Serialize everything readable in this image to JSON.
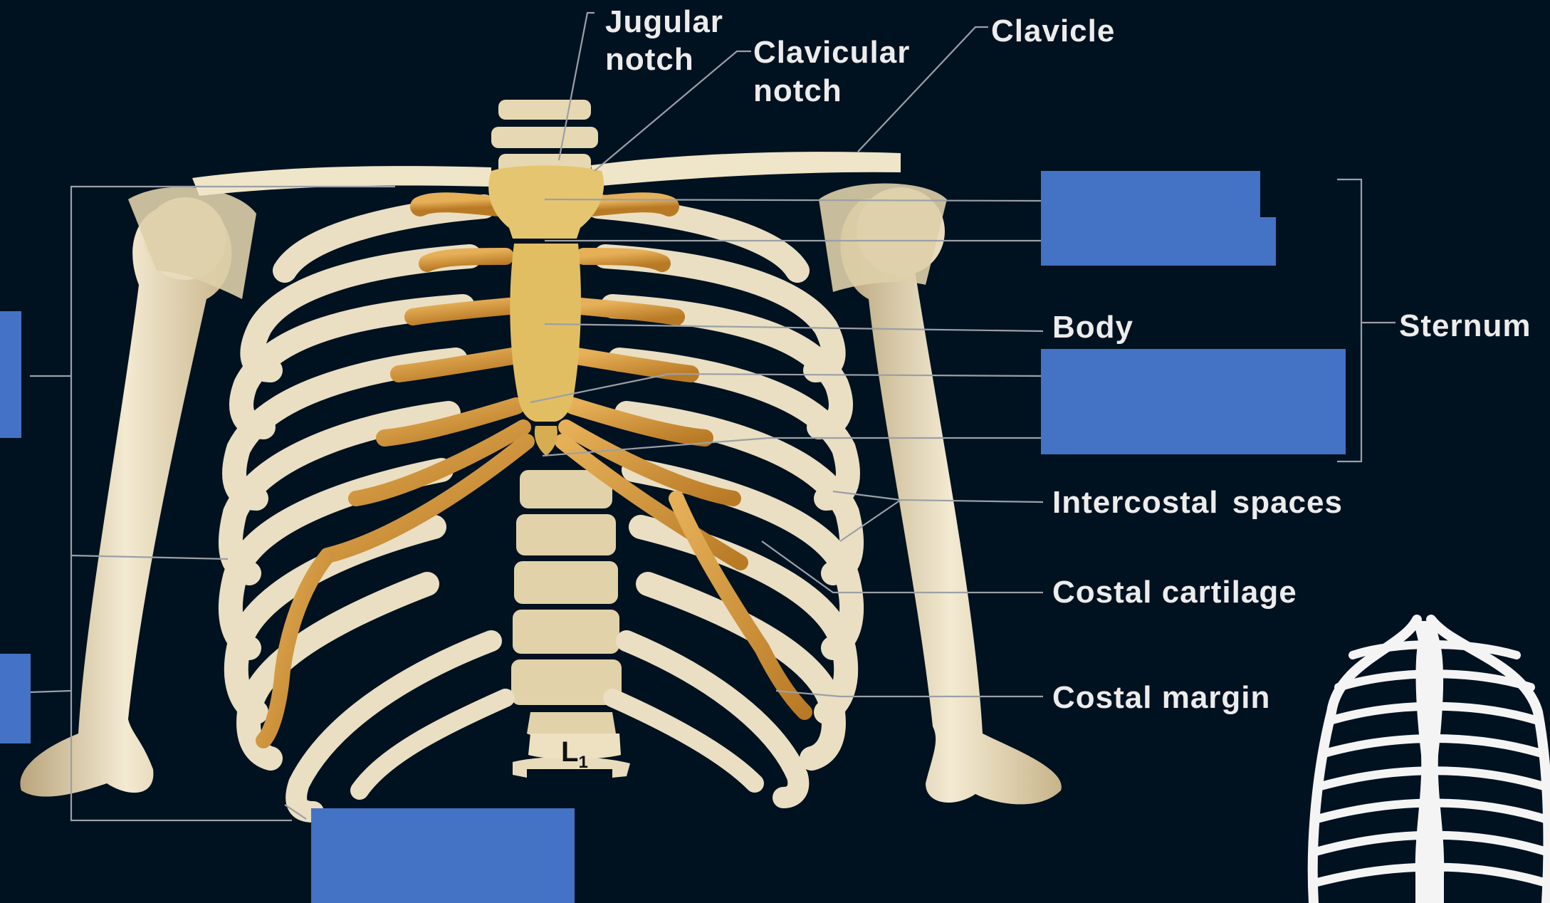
{
  "labels": {
    "jugular_1": "Jugular",
    "jugular_2": "notch",
    "clavicular_1": "Clavicular",
    "clavicular_2": "notch",
    "clavicle": "Clavicle",
    "body": "Body",
    "sternum": "Sternum",
    "intercostal": "Intercostal  spaces",
    "costal_cartilage": "Costal cartilage",
    "costal_margin": "Costal margin",
    "vertebra": "L",
    "vertebra_sub": "1"
  },
  "colors": {
    "background": "#001120",
    "bone": "#ede0c0",
    "cartilage": "#d49a3a",
    "sternum": "#e6c26a",
    "answer_box": "#4472c4",
    "leader_line": "#9aa0a6",
    "label_text": "#ececec"
  },
  "hidden_label_boxes": 8
}
